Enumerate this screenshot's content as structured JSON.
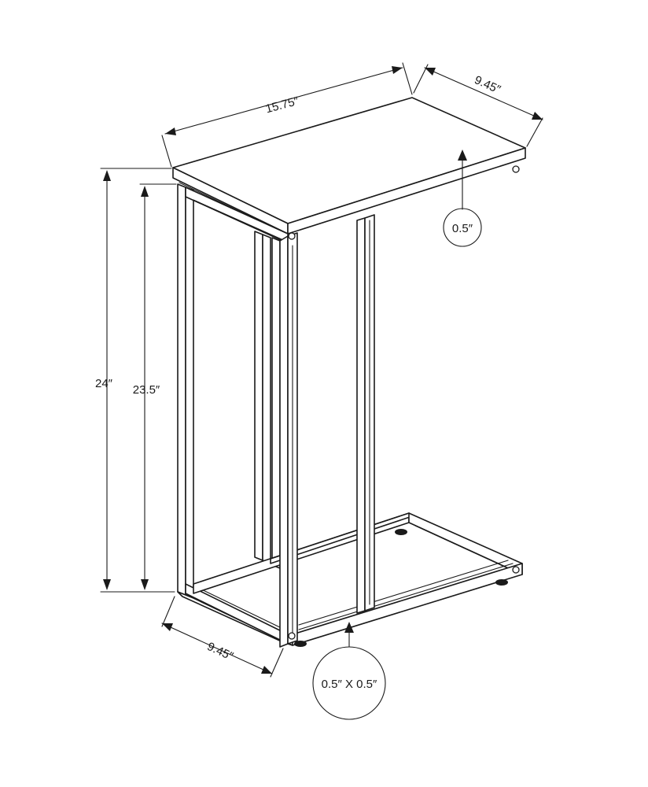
{
  "dimensions": {
    "top_width": "15.75″",
    "top_depth": "9.45″",
    "top_thickness": "0.5″",
    "overall_height": "24″",
    "frame_height": "23.5″",
    "base_depth": "9.45″",
    "tube_size": "0.5″ X 0.5″"
  },
  "colors": {
    "line": "#1a1a1a",
    "background": "#ffffff"
  }
}
